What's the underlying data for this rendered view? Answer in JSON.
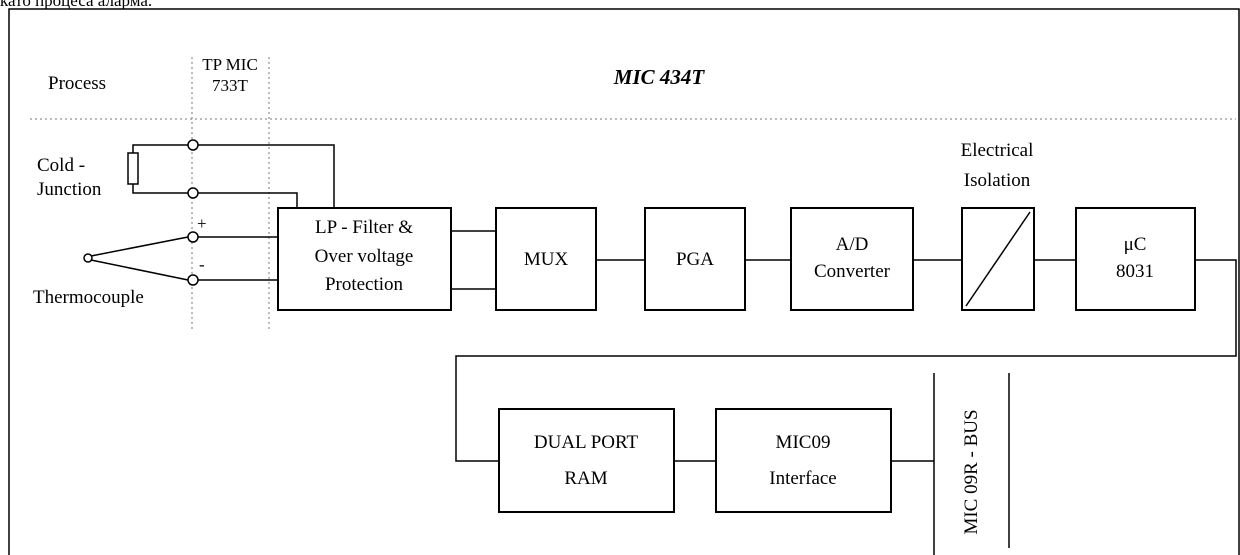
{
  "top_text": "като процеса аларма.",
  "header": {
    "process_label": "Process",
    "tp_line1": "TP MIC",
    "tp_line2": "733T",
    "module_title": "MIC 434T"
  },
  "sensors": {
    "cold_junction_line1": "Cold -",
    "cold_junction_line2": "Junction",
    "thermocouple": "Thermocouple",
    "plus_sign": "+",
    "minus_sign": "-"
  },
  "blocks": {
    "filter": [
      "LP - Filter &",
      "Over voltage",
      "Protection"
    ],
    "mux": "MUX",
    "pga": "PGA",
    "adc": [
      "A/D",
      "Converter"
    ],
    "isolation_label": [
      "Electrical",
      "Isolation"
    ],
    "uc": [
      "μC",
      "8031"
    ],
    "dual_port_ram": [
      "DUAL PORT",
      "RAM"
    ],
    "mic09_interface": [
      "MIC09",
      "Interface"
    ]
  },
  "bus_label": "MIC 09R - BUS",
  "colors": {
    "line": "#000000",
    "dotted": "#777777",
    "background": "#ffffff"
  }
}
